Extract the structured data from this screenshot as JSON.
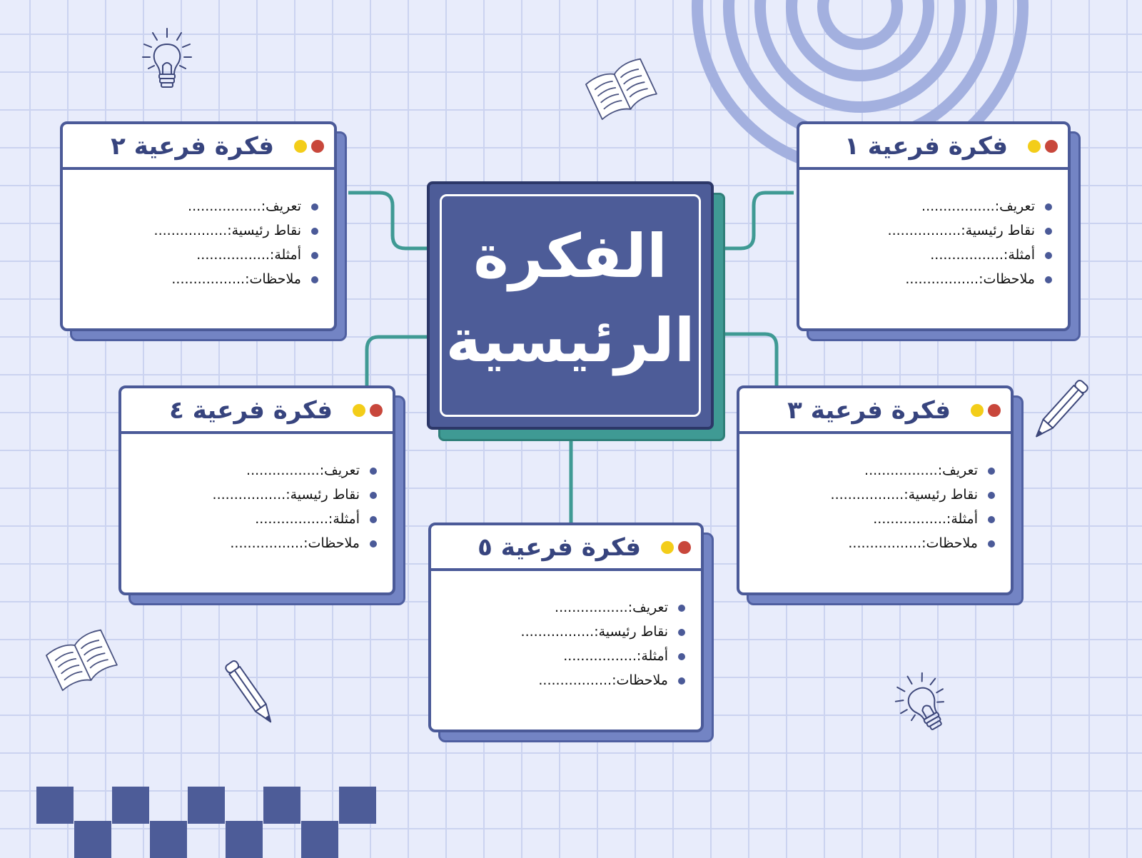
{
  "main_idea": {
    "line1": "الفكرة",
    "line2": "الرئيسية"
  },
  "colors": {
    "primary": "#4d5c98",
    "teal": "#3f9a94",
    "card_shadow": "#7384c4",
    "dot_red": "#c8473b",
    "dot_yellow": "#f3cd19",
    "background": "#e8ecfb"
  },
  "icons": [
    "light-bulb-icon",
    "open-book-icon",
    "pencil-icon",
    "concentric-circles"
  ],
  "sub_ideas": [
    {
      "title": "فكرة فرعية ١",
      "items": [
        "تعريف:.................",
        "نقاط رئيسية:.................",
        "أمثلة:.................",
        "ملاحظات:................."
      ]
    },
    {
      "title": "فكرة فرعية ٢",
      "items": [
        "تعريف:.................",
        "نقاط رئيسية:.................",
        "أمثلة:.................",
        "ملاحظات:................."
      ]
    },
    {
      "title": "فكرة فرعية ٣",
      "items": [
        "تعريف:.................",
        "نقاط رئيسية:.................",
        "أمثلة:.................",
        "ملاحظات:................."
      ]
    },
    {
      "title": "فكرة فرعية ٤",
      "items": [
        "تعريف:.................",
        "نقاط رئيسية:.................",
        "أمثلة:.................",
        "ملاحظات:................."
      ]
    },
    {
      "title": "فكرة فرعية ٥",
      "items": [
        "تعريف:.................",
        "نقاط رئيسية:.................",
        "أمثلة:.................",
        "ملاحظات:................."
      ]
    }
  ]
}
